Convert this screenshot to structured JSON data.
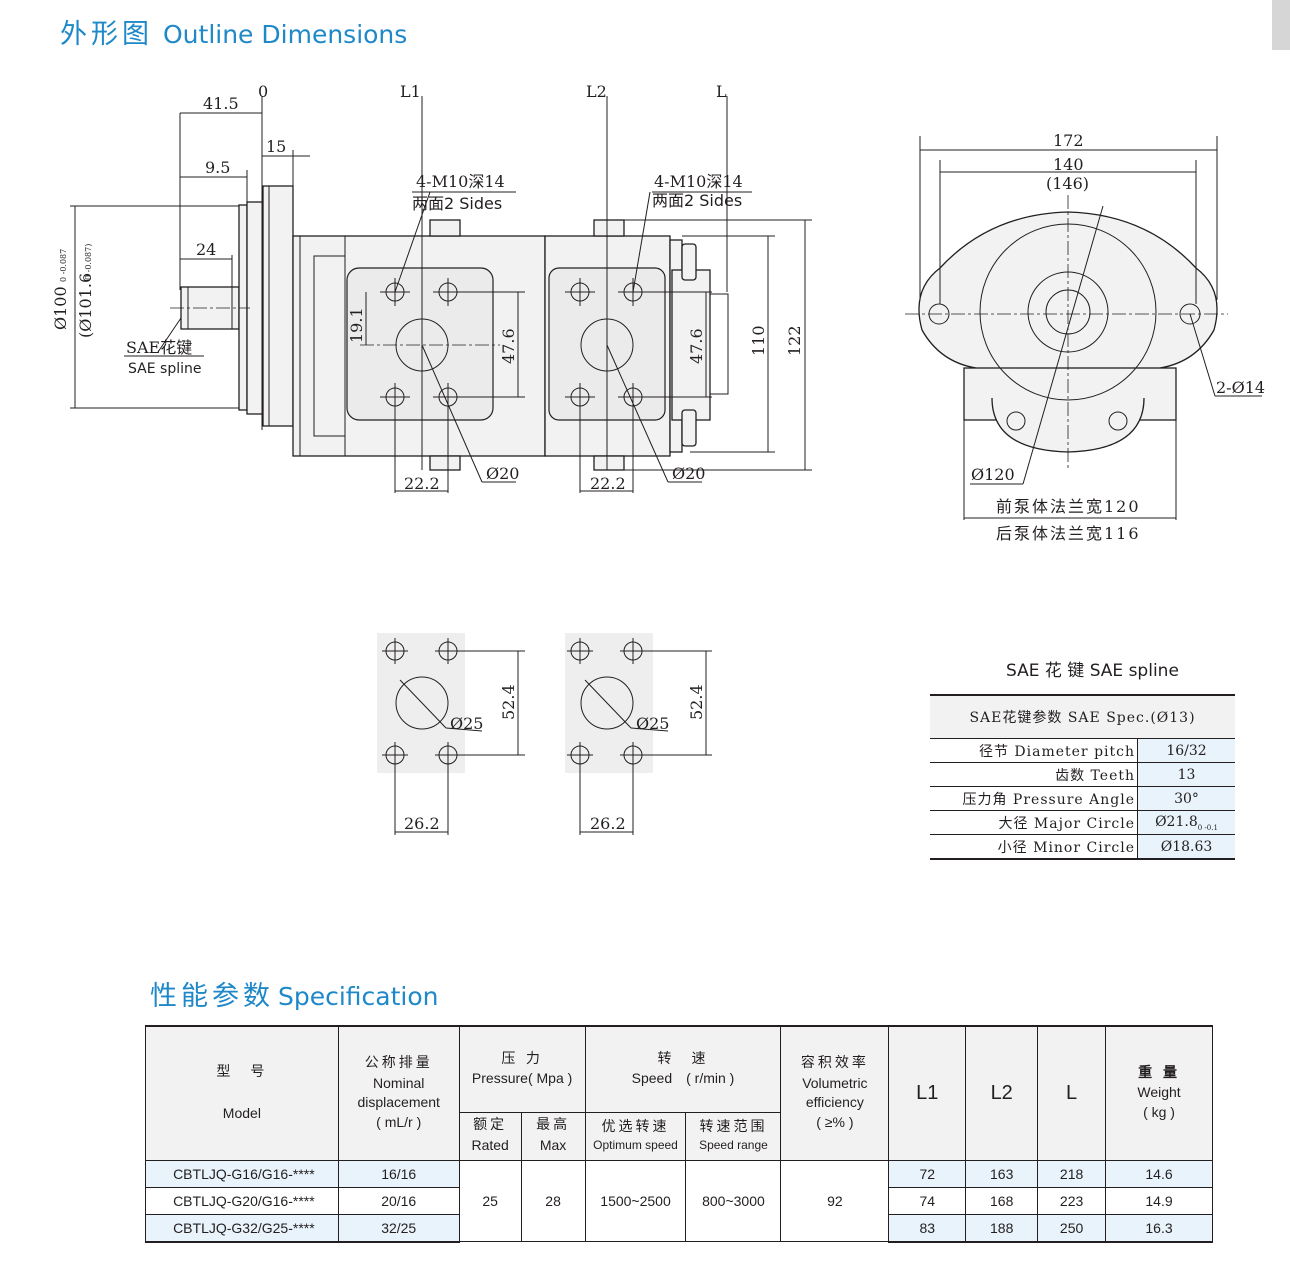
{
  "outline": {
    "title_cn": "外形图",
    "title_en": "Outline Dimensions"
  },
  "drawing": {
    "top_labels": {
      "origin": "0",
      "l1": "L1",
      "l2": "L2",
      "l": "L"
    },
    "dims": {
      "d41_5": "41.5",
      "d15": "15",
      "d9_5": "9.5",
      "d24": "24",
      "dia100": "Ø100",
      "dia100_tol": "0 -0.087",
      "dia101_6": "(Ø101.6",
      "dia101_6_tol": "0 -0.087)",
      "d19_1": "19.1",
      "d47_6a": "47.6",
      "d47_6b": "47.6",
      "d110": "110",
      "d122": "122",
      "d22_2a": "22.2",
      "d22_2b": "22.2",
      "dia20a": "Ø20",
      "dia20b": "Ø20",
      "d172": "172",
      "d140": "140",
      "d146": "(146)",
      "dia120": "Ø120",
      "holes": "2-Ø14",
      "d52_4a": "52.4",
      "d52_4b": "52.4",
      "d26_2a": "26.2",
      "d26_2b": "26.2",
      "dia25a": "Ø25",
      "dia25b": "Ø25"
    },
    "notes": {
      "thread_front": "4-M10深14",
      "sides_front": "两面2 Sides",
      "thread_rear": "4-M10深14",
      "sides_rear": "两面2 Sides",
      "spline_cn": "SAE花键",
      "spline_en": "SAE spline",
      "flange_front": "前泵体法兰宽120",
      "flange_rear": "后泵体法兰宽116"
    }
  },
  "spline": {
    "title": "SAE 花 键   SAE spline",
    "header": "SAE花键参数 SAE Spec.(Ø13)",
    "rows": [
      {
        "k": "径节 Diameter pitch",
        "v": "16/32"
      },
      {
        "k": "齿数 Teeth",
        "v": "13"
      },
      {
        "k": "压力角 Pressure Angle",
        "v": "30°"
      },
      {
        "k": "大径 Major Circle",
        "v": "Ø21.8",
        "tol": "0 -0.1"
      },
      {
        "k": "小径 Minor Circle",
        "v": "Ø18.63"
      }
    ]
  },
  "spec": {
    "title_cn": "性能参数",
    "title_en": "Specification",
    "headers": {
      "model_cn": "型　号",
      "model_en": "Model",
      "disp_cn": "公称排量",
      "disp_en": "Nominal",
      "disp_en2": "displacement",
      "disp_unit": "( mL/r )",
      "pressure_cn": "压 力",
      "pressure_en": "Pressure( Mpa )",
      "rated_cn": "额定",
      "rated_en": "Rated",
      "max_cn": "最高",
      "max_en": "Max",
      "speed_cn": "转　速",
      "speed_en": "Speed　( r/min )",
      "opt_cn": "优选转速",
      "opt_en": "Optimum speed",
      "range_cn": "转速范围",
      "range_en": "Speed range",
      "eff_cn": "容积效率",
      "eff_en": "Volumetric",
      "eff_en2": "efficiency",
      "eff_unit": "( ≥% )",
      "l1": "L1",
      "l2": "L2",
      "l": "L",
      "weight_cn": "重 量",
      "weight_en": "Weight",
      "weight_unit": "( kg )"
    },
    "rows": [
      {
        "model": "CBTLJQ-G16/G16-****",
        "disp": "16/16",
        "l1": "72",
        "l2": "163",
        "l": "218",
        "weight": "14.6"
      },
      {
        "model": "CBTLJQ-G20/G16-****",
        "disp": "20/16",
        "l1": "74",
        "l2": "168",
        "l": "223",
        "weight": "14.9"
      },
      {
        "model": "CBTLJQ-G32/G25-****",
        "disp": "32/25",
        "l1": "83",
        "l2": "188",
        "l": "250",
        "weight": "16.3"
      }
    ],
    "shared": {
      "rated": "25",
      "max": "28",
      "optimum": "1500~2500",
      "range": "800~3000",
      "efficiency": "92"
    }
  }
}
